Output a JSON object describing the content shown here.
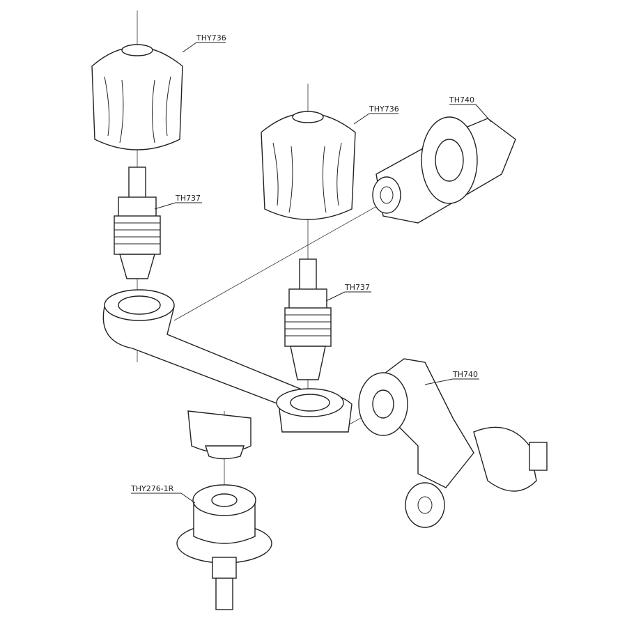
{
  "labels": {
    "knob_left": "THY736",
    "knob_right": "THY736",
    "elbow_top": "TH740",
    "cartridge_left": "TH737",
    "cartridge_right": "TH737",
    "elbow_right": "TH740",
    "fitting_bottom": "THY276-1R"
  },
  "colors": {
    "line": "#222222",
    "background": "#ffffff"
  }
}
